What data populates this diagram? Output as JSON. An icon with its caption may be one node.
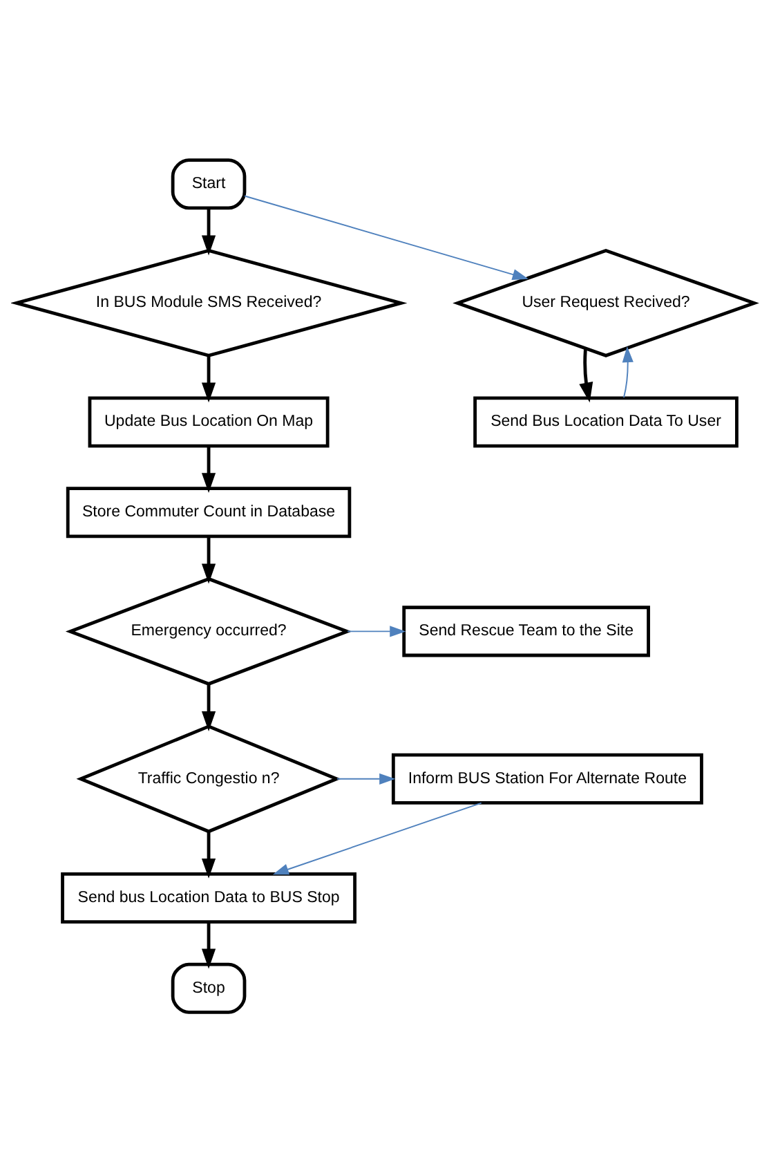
{
  "diagram": {
    "nodes": [
      {
        "text": [
          "Start"
        ]
      },
      {
        "text": [
          "In BUS Module SMS Received?"
        ]
      },
      {
        "text": [
          "User Request Recived?"
        ]
      },
      {
        "text": [
          "Update Bus Location On Map"
        ]
      },
      {
        "text": [
          "Send Bus Location Data To User"
        ]
      },
      {
        "text": [
          "Store Commuter Count in Database"
        ]
      },
      {
        "text": [
          "Emergency occurred?"
        ]
      },
      {
        "text": [
          "Send Rescue Team to the Site"
        ]
      },
      {
        "text": [
          "Traffic Congestio n?"
        ]
      },
      {
        "text": [
          "Inform BUS Station For Alternate Route"
        ]
      },
      {
        "text": [
          "Send bus Location Data to BUS Stop"
        ]
      },
      {
        "text": [
          "Stop"
        ]
      }
    ],
    "edges": [
      {
        "from": 0,
        "to": 1,
        "arrow": "to"
      },
      {
        "from": 0,
        "to": 2,
        "arrow": "to",
        "color": "#4f81bd"
      },
      {
        "from": 1,
        "to": 3,
        "arrow": "to"
      },
      {
        "from": 2,
        "to": 4,
        "arrow": "to"
      },
      {
        "from": 4,
        "to": 2,
        "arrow": "to",
        "color": "#4f81bd"
      },
      {
        "from": 3,
        "to": 5,
        "arrow": "to"
      },
      {
        "from": 5,
        "to": 6,
        "arrow": "to"
      },
      {
        "from": 6,
        "to": 7,
        "arrow": "to",
        "color": "#4f81bd"
      },
      {
        "from": 6,
        "to": 8,
        "arrow": "to"
      },
      {
        "from": 8,
        "to": 9,
        "arrow": "to",
        "color": "#4f81bd"
      },
      {
        "from": 9,
        "to": 10,
        "arrow": "to",
        "color": "#4f81bd"
      },
      {
        "from": 8,
        "to": 10,
        "arrow": "to"
      },
      {
        "from": 10,
        "to": 11,
        "arrow": "to"
      }
    ]
  }
}
